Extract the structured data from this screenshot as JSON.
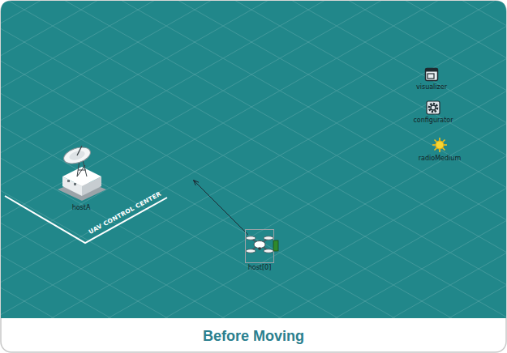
{
  "diagram": {
    "caption": "Before Moving",
    "nodes": [
      {
        "text": [
          "visualizer"
        ]
      },
      {
        "text": [
          "configurator"
        ]
      },
      {
        "text": [
          "radioMedium"
        ]
      },
      {
        "text": [
          "hostA"
        ]
      },
      {
        "text": [
          "host[0]"
        ]
      }
    ],
    "labels": [
      "UAV CONTROL CENTER"
    ]
  }
}
